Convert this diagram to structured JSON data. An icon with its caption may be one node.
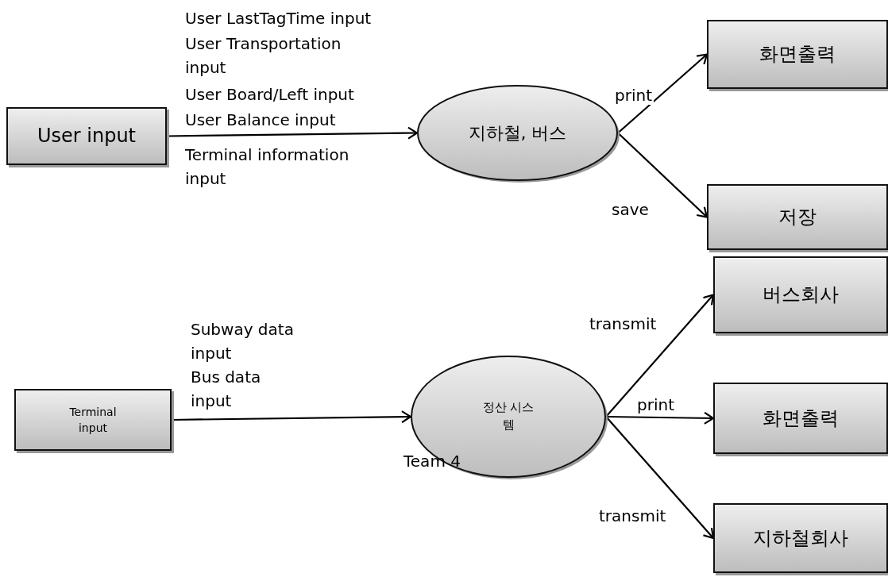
{
  "diagram": {
    "nodes": [
      {
        "text": [
          "User input"
        ]
      },
      {
        "text": [
          "지하철, 버스"
        ]
      },
      {
        "text": [
          "화면출력"
        ]
      },
      {
        "text": [
          "저장"
        ]
      },
      {
        "text": [
          "Terminal input"
        ]
      },
      {
        "text": [
          "정산 시스템"
        ],
        "beside": [
          "Team 4"
        ]
      },
      {
        "text": [
          "버스회사"
        ]
      },
      {
        "text": [
          "화면출력"
        ]
      },
      {
        "text": [
          "지하철회사"
        ]
      }
    ],
    "edges": [
      {
        "from": 0,
        "to": 1,
        "arrow": "to"
      },
      {
        "from": 1,
        "to": 2,
        "arrow": "to",
        "label": "print"
      },
      {
        "from": 1,
        "to": 3,
        "arrow": "to",
        "label": "save"
      },
      {
        "from": 4,
        "to": 5,
        "arrow": "to"
      },
      {
        "from": 5,
        "to": 6,
        "arrow": "to",
        "label": "transmit"
      },
      {
        "from": 5,
        "to": 7,
        "arrow": "to",
        "label": "print"
      },
      {
        "from": 5,
        "to": 8,
        "arrow": "to",
        "label": "transmit"
      }
    ],
    "labels": [
      "User LastTagTime input",
      "User Transportation input",
      "User Board/Left input",
      "User Balance input",
      "Terminal information input",
      "Subway data input",
      "Bus data input"
    ]
  }
}
